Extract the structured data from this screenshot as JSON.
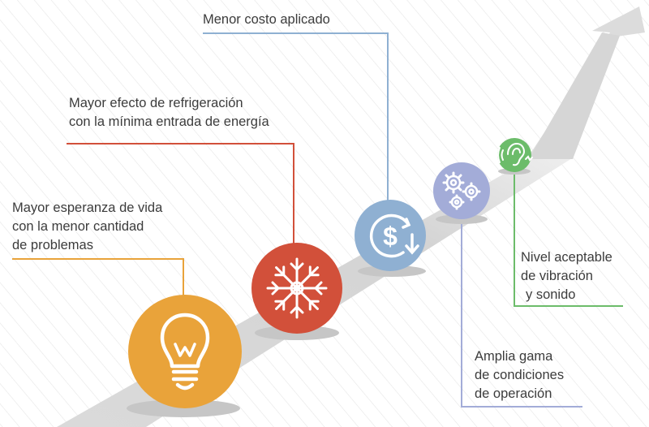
{
  "colors": {
    "orange": "#e9a33a",
    "red": "#d2503a",
    "blue": "#8fb0d2",
    "lavender": "#a3acd8",
    "green": "#6cbc6a",
    "road": "#d9d9d9",
    "shadow": "#c8c8c8",
    "label_text": "#3c3c3c"
  },
  "benefits": [
    {
      "id": "lifespan",
      "icon": "lightbulb-icon",
      "color": "#e9a33a",
      "lines": [
        "Mayor esperanza de vida",
        "con la menor cantidad",
        "de problemas"
      ]
    },
    {
      "id": "refrigeration",
      "icon": "snowflake-icon",
      "color": "#d2503a",
      "lines": [
        "Mayor efecto de refrigeración",
        "con la mínima entrada de energía"
      ]
    },
    {
      "id": "cost",
      "icon": "dollar-cost-icon",
      "color": "#8fb0d2",
      "lines": [
        "Menor costo aplicado"
      ]
    },
    {
      "id": "operating-range",
      "icon": "gears-icon",
      "color": "#a3acd8",
      "lines": [
        "Amplia gama",
        "de condiciones",
        "de operación"
      ]
    },
    {
      "id": "vibration-sound",
      "icon": "ear-sound-icon",
      "color": "#6cbc6a",
      "lines": [
        "Nivel aceptable",
        "de vibración",
        "y sonido"
      ]
    }
  ]
}
